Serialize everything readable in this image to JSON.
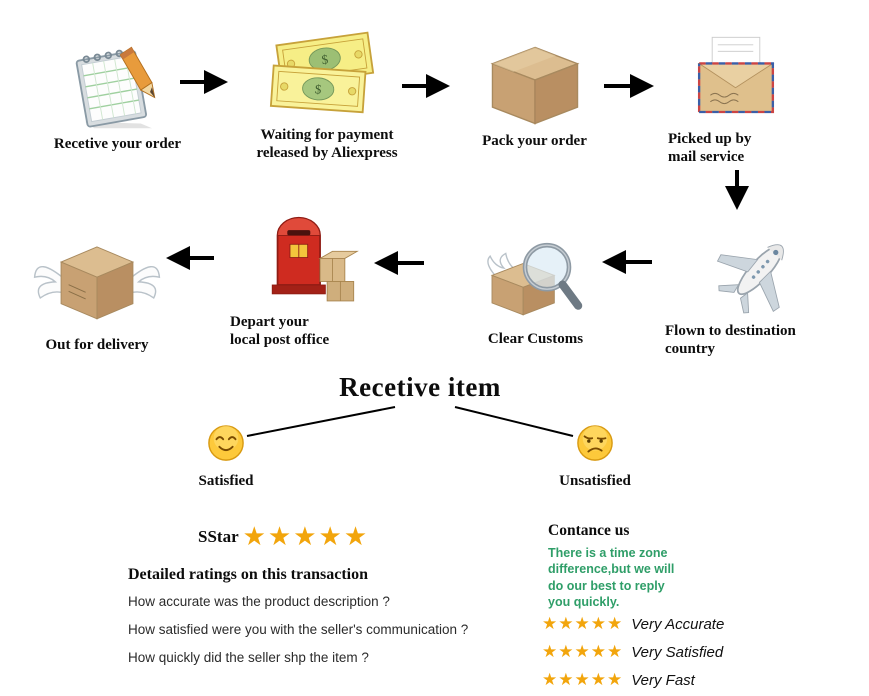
{
  "flow": {
    "steps": [
      {
        "id": "receive-order",
        "label": "Recetive your order"
      },
      {
        "id": "waiting-payment",
        "label": "Waiting for payment\nreleased by Aliexpress"
      },
      {
        "id": "pack-order",
        "label": "Pack your order"
      },
      {
        "id": "picked-up",
        "label": "Picked up by\nmail service"
      },
      {
        "id": "flown",
        "label": "Flown to destination\ncountry"
      },
      {
        "id": "clear-customs",
        "label": "Clear Customs"
      },
      {
        "id": "depart-post",
        "label": "Depart your\nlocal post office"
      },
      {
        "id": "out-for-delivery",
        "label": "Out for delivery"
      }
    ]
  },
  "receive_item": {
    "title": "Recetive item",
    "satisfied_label": "Satisfied",
    "unsatisfied_label": "Unsatisfied"
  },
  "ratings_left": {
    "fivestar_label": "SStar",
    "stars": "★★★★★",
    "heading": "Detailed ratings on this transaction",
    "questions": [
      "How accurate was the product description ?",
      "How satisfied were you with the seller's communication ?",
      "How quickly did the seller shp the item ?"
    ]
  },
  "contact_right": {
    "heading": "Contance us",
    "note": "There is a time zone\ndifference,but we will\ndo  our best to reply\nyou quickly.",
    "rating_rows": [
      {
        "stars": "★★★★★",
        "label": "Very Accurate"
      },
      {
        "stars": "★★★★★",
        "label": "Very Satisfied"
      },
      {
        "stars": "★★★★★",
        "label": "Very Fast"
      }
    ]
  },
  "colors": {
    "star_gold": "#f2a50c",
    "note_green": "#2f9e68",
    "arrow_black": "#000000"
  }
}
